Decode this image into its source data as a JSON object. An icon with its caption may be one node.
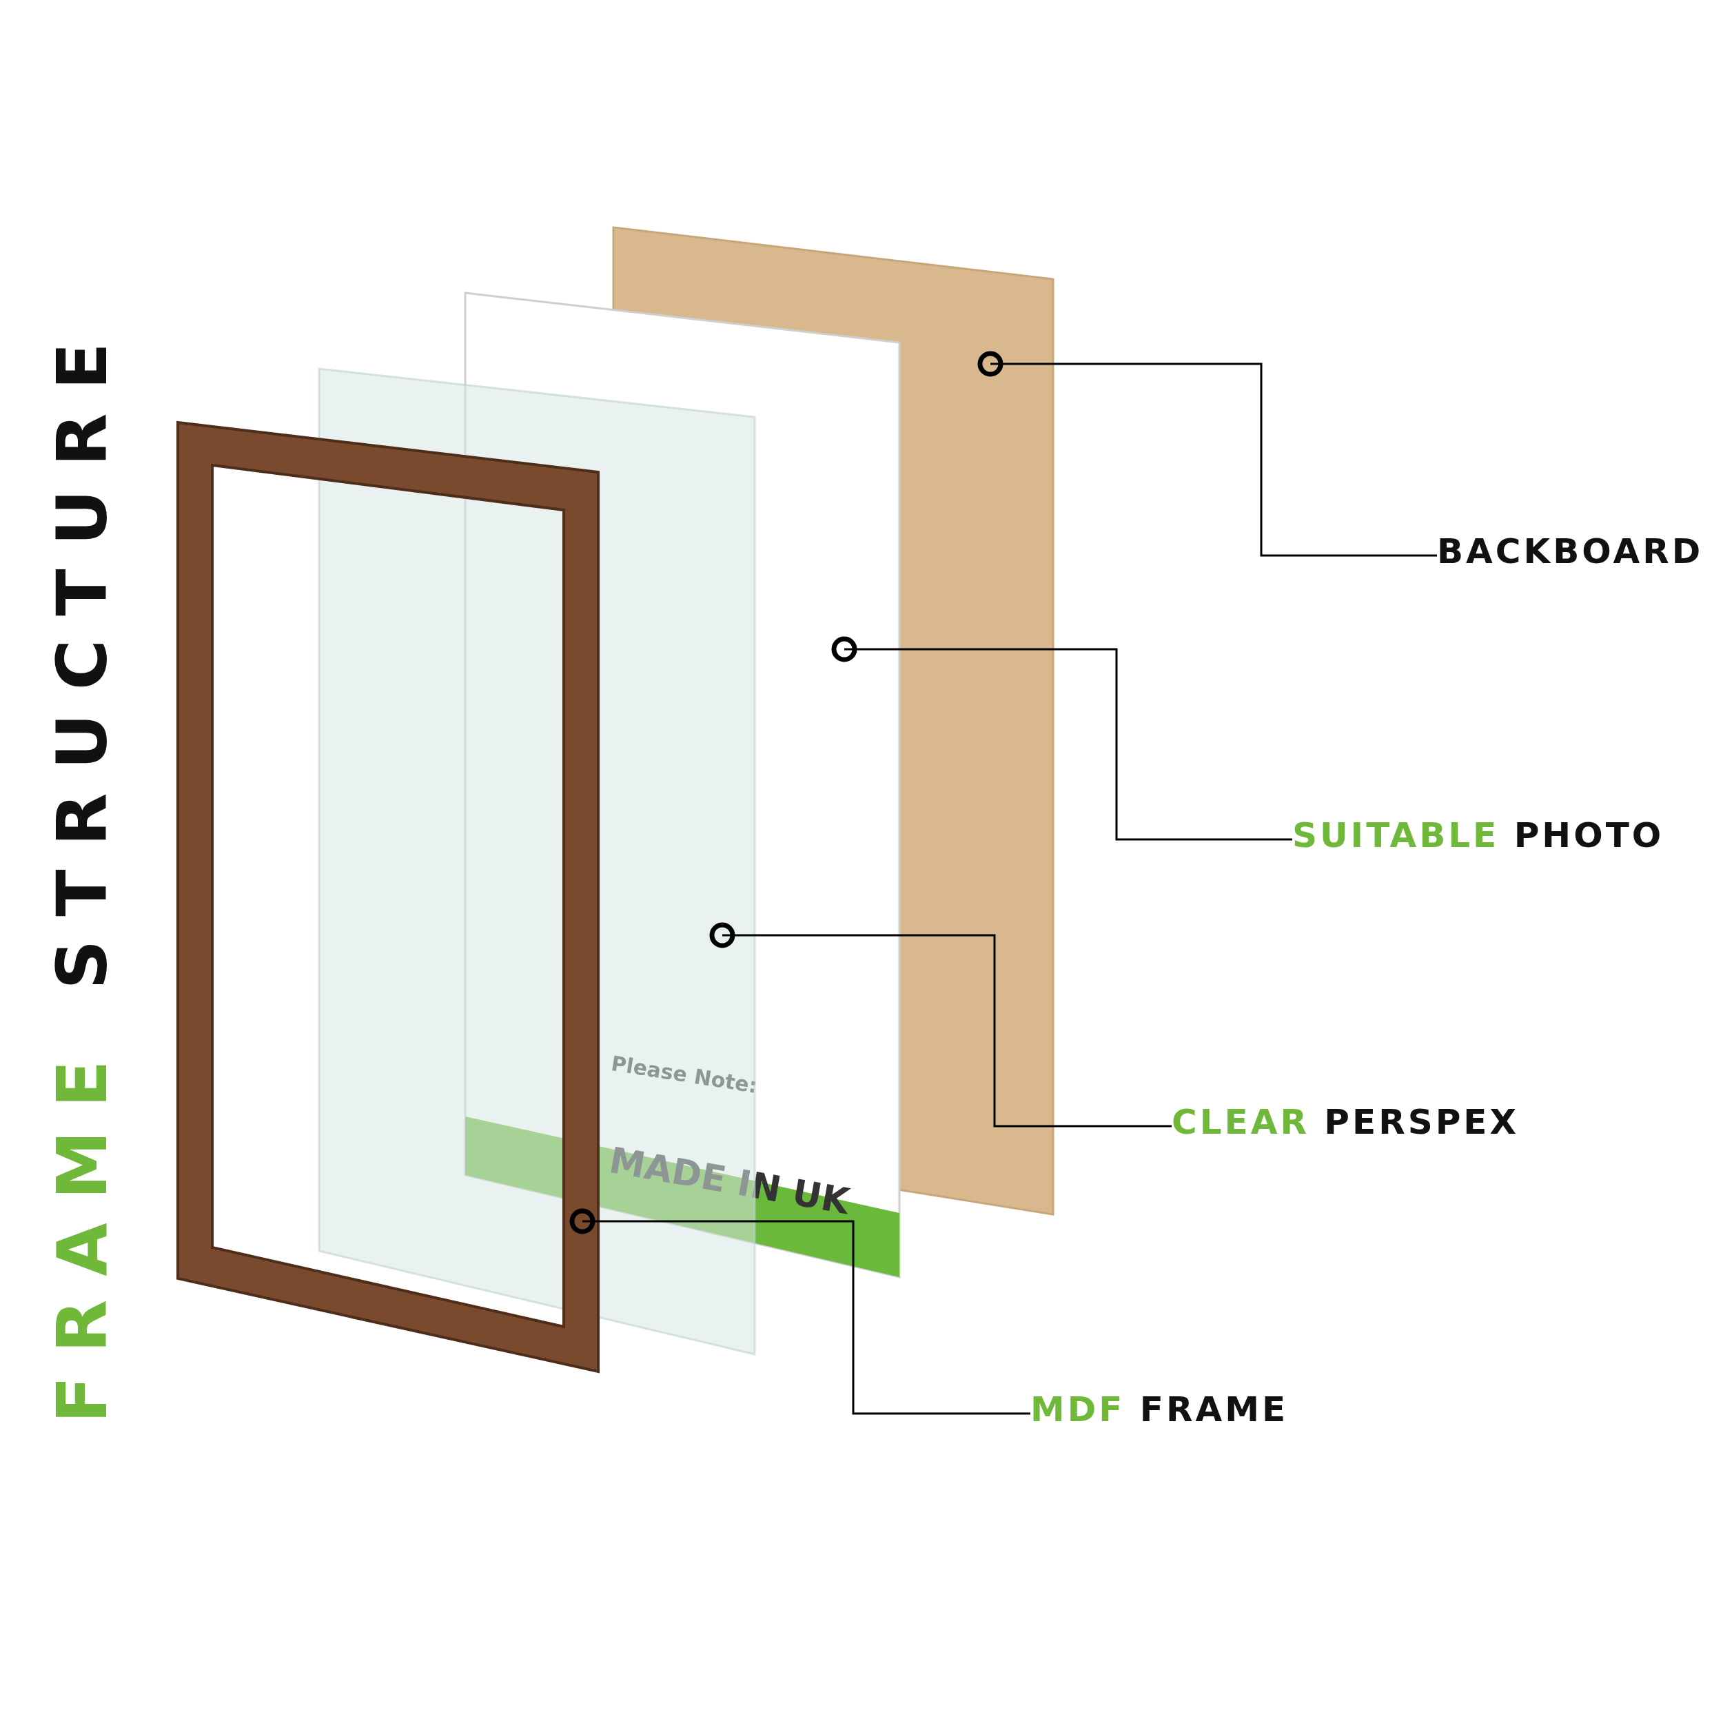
{
  "diagram": {
    "title": "FRAME STRUCTURE",
    "nodes": [
      {
        "text": [],
        "shape": "box"
      },
      {
        "text": [
          "Please Note:",
          "MADE IN UK"
        ]
      },
      {
        "text": [],
        "shape": "box"
      },
      {
        "text": [],
        "shape": "box"
      },
      {
        "text": [
          "BACKBOARD"
        ]
      },
      {
        "text": [
          "SUITABLE PHOTO"
        ]
      },
      {
        "text": [
          "CLEAR PERSPEX"
        ]
      },
      {
        "text": [
          "MDF FRAME"
        ]
      }
    ],
    "edges": [
      {
        "from": 4,
        "to": 0,
        "arrow": "other"
      },
      {
        "from": 5,
        "to": 1,
        "arrow": "other"
      },
      {
        "from": 6,
        "to": 2,
        "arrow": "other"
      },
      {
        "from": 7,
        "to": 3,
        "arrow": "other"
      }
    ]
  }
}
